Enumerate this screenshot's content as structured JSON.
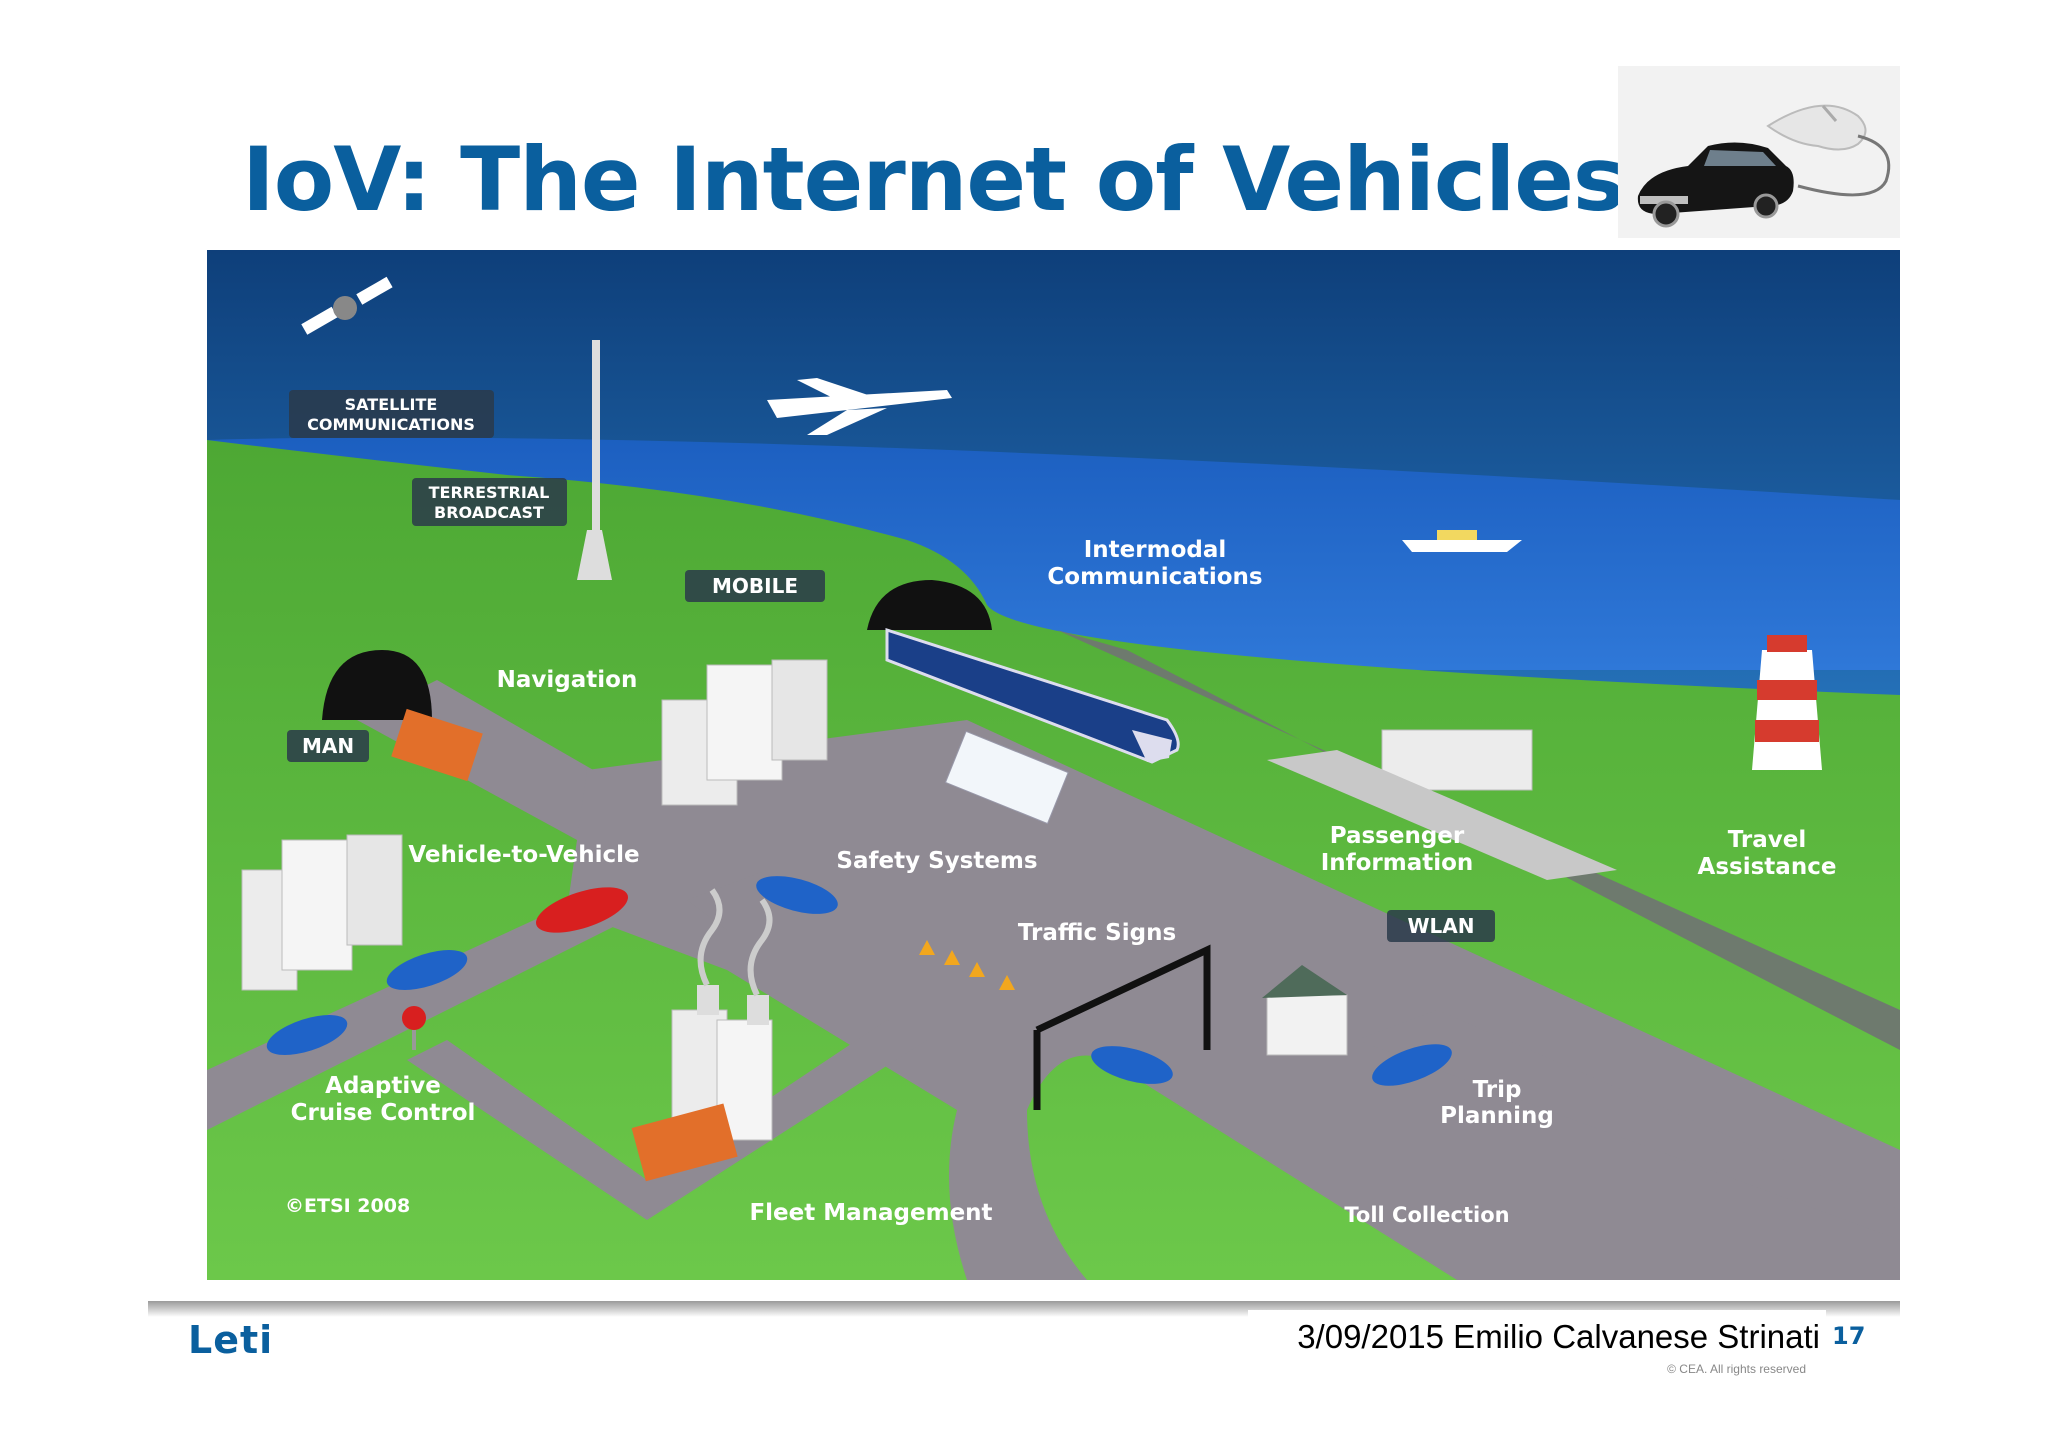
{
  "slide": {
    "title": "IoV: The Internet of Vehicles",
    "footer_text": "3/09/2015 Emilio Calvanese Strinati",
    "page_number": "17",
    "logo_text": "Leti",
    "copyright": "© CEA. All rights reserved"
  },
  "illustration": {
    "labels": {
      "satellite": [
        "SATELLITE",
        "COMMUNICATIONS"
      ],
      "terrestrial": [
        "TERRESTRIAL",
        "BROADCAST"
      ],
      "mobile": "MOBILE",
      "man": "MAN",
      "wlan": "WLAN",
      "intermodal": [
        "Intermodal",
        "Communications"
      ],
      "navigation": "Navigation",
      "v2v": "Vehicle-to-Vehicle",
      "safety": "Safety Systems",
      "passenger": [
        "Passenger",
        "Information"
      ],
      "travel": [
        "Travel",
        "Assistance"
      ],
      "traffic_signs": "Traffic Signs",
      "adaptive": [
        "Adaptive",
        "Cruise Control"
      ],
      "trip": [
        "Trip",
        "Planning"
      ],
      "fleet": "Fleet Management",
      "toll": "Toll Collection",
      "credit": "©ETSI 2008"
    },
    "colors": {
      "sky": "#1f6fb8",
      "sea": "#1b62c4",
      "grass": "#5dbb3f",
      "road": "#8f8a93",
      "title_blue": "#0a5f9e"
    }
  }
}
